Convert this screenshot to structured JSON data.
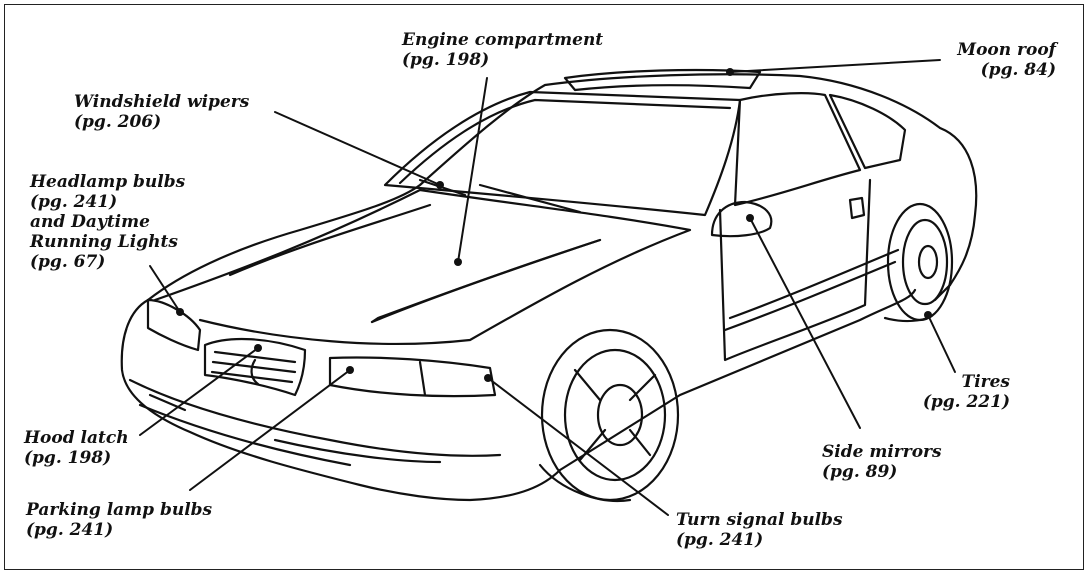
{
  "callouts": {
    "engine_compartment": {
      "name": "Engine compartment",
      "page": "(pg. 198)"
    },
    "moon_roof": {
      "name": "Moon roof",
      "page": "(pg. 84)"
    },
    "windshield_wipers": {
      "name": "Windshield wipers",
      "page": "(pg. 206)"
    },
    "headlamp_bulbs": {
      "line1": "Headlamp bulbs",
      "line2": "(pg. 241)",
      "line3": "and Daytime",
      "line4": "Running Lights",
      "line5": "(pg. 67)"
    },
    "hood_latch": {
      "name": "Hood latch",
      "page": "(pg. 198)"
    },
    "parking_lamp_bulbs": {
      "name": "Parking lamp bulbs",
      "page": "(pg. 241)"
    },
    "turn_signal_bulbs": {
      "name": "Turn signal bulbs",
      "page": "(pg. 241)"
    },
    "side_mirrors": {
      "name": "Side mirrors",
      "page": "(pg. 89)"
    },
    "tires": {
      "name": "Tires",
      "page": "(pg. 221)"
    }
  },
  "colors": {
    "ink": "#111111",
    "paper": "#ffffff"
  }
}
